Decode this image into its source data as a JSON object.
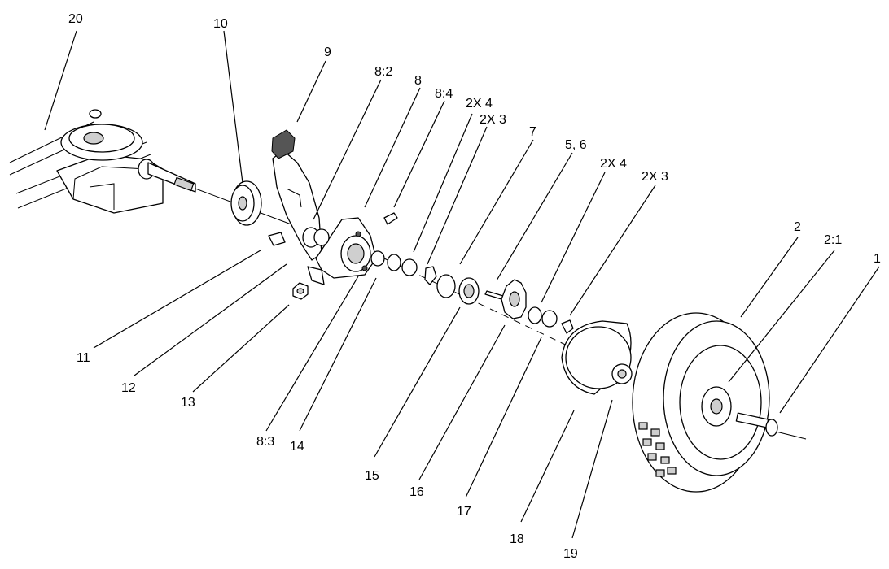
{
  "callouts": [
    {
      "id": "c20",
      "text": "20"
    },
    {
      "id": "c10",
      "text": "10"
    },
    {
      "id": "c9",
      "text": "9"
    },
    {
      "id": "c8_2",
      "text": "8:2"
    },
    {
      "id": "c8",
      "text": "8"
    },
    {
      "id": "c8_4",
      "text": "8:4"
    },
    {
      "id": "c2x4a",
      "text": "2X 4"
    },
    {
      "id": "c2x3a",
      "text": "2X 3"
    },
    {
      "id": "c7",
      "text": "7"
    },
    {
      "id": "c5_6",
      "text": "5, 6"
    },
    {
      "id": "c2x4b",
      "text": "2X 4"
    },
    {
      "id": "c2x3b",
      "text": "2X 3"
    },
    {
      "id": "c2",
      "text": "2"
    },
    {
      "id": "c2_1",
      "text": "2:1"
    },
    {
      "id": "c1",
      "text": "1"
    },
    {
      "id": "c11",
      "text": "11"
    },
    {
      "id": "c12",
      "text": "12"
    },
    {
      "id": "c13",
      "text": "13"
    },
    {
      "id": "c8_3",
      "text": "8:3"
    },
    {
      "id": "c14",
      "text": "14"
    },
    {
      "id": "c15",
      "text": "15"
    },
    {
      "id": "c16",
      "text": "16"
    },
    {
      "id": "c17",
      "text": "17"
    },
    {
      "id": "c18",
      "text": "18"
    },
    {
      "id": "c19",
      "text": "19"
    }
  ]
}
